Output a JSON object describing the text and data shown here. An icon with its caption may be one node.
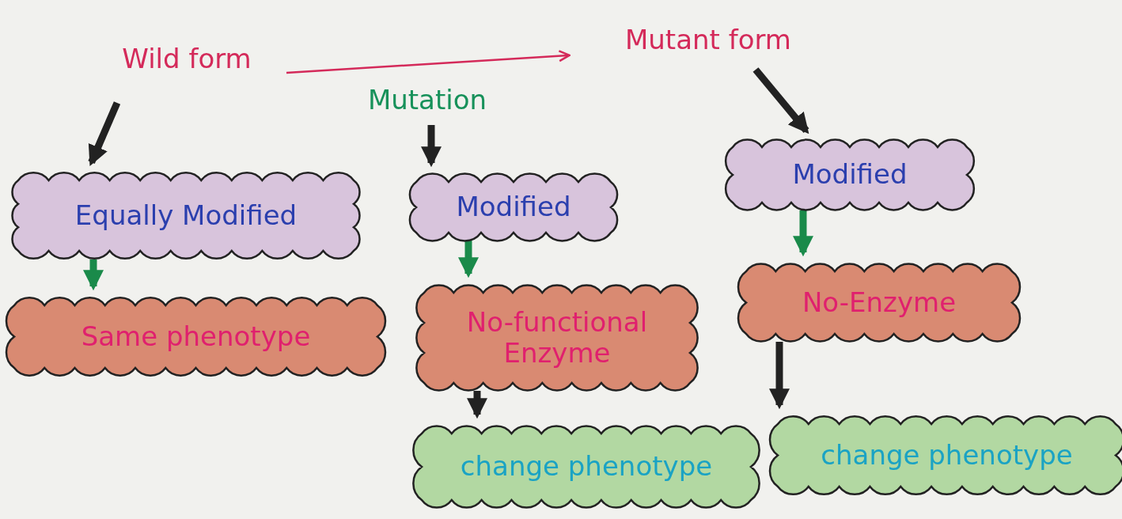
{
  "diagram": {
    "nodes": [
      {
        "text": [
          "Wild form"
        ]
      },
      {
        "text": [
          "Mutant form"
        ]
      },
      {
        "text": [
          "Mutation"
        ]
      },
      {
        "text": [
          "Equally Modified"
        ]
      },
      {
        "text": [
          "Modified"
        ]
      },
      {
        "text": [
          "Modified"
        ]
      },
      {
        "text": [
          "Same phenotype"
        ]
      },
      {
        "text": [
          "No-functional Enzyme"
        ]
      },
      {
        "text": [
          "No-Enzyme"
        ]
      },
      {
        "text": [
          "change phenotype"
        ]
      },
      {
        "text": [
          "change phenotype"
        ]
      }
    ],
    "edges": [
      {
        "from": 0,
        "to": 1,
        "arrow": "to",
        "color": "#d42a5a"
      },
      {
        "from": 0,
        "to": 3,
        "arrow": "to"
      },
      {
        "from": 2,
        "to": 4,
        "arrow": "to"
      },
      {
        "from": 1,
        "to": 5,
        "arrow": "to"
      },
      {
        "from": 3,
        "to": 6,
        "arrow": "to",
        "color": "#1a8a4a"
      },
      {
        "from": 4,
        "to": 7,
        "arrow": "to",
        "color": "#1a8a4a"
      },
      {
        "from": 5,
        "to": 8,
        "arrow": "to",
        "color": "#1a8a4a"
      },
      {
        "from": 7,
        "to": 9,
        "arrow": "to"
      },
      {
        "from": 8,
        "to": 10,
        "arrow": "to"
      }
    ]
  }
}
